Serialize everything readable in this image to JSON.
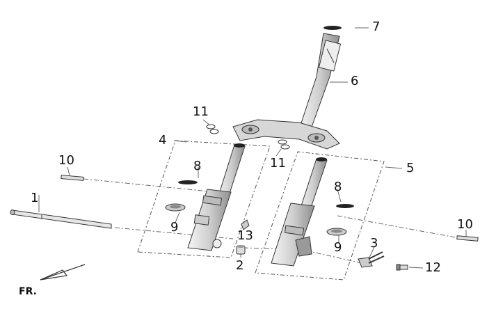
{
  "diagram": {
    "callouts": [
      "1",
      "2",
      "3",
      "4",
      "5",
      "6",
      "7",
      "8",
      "8",
      "9",
      "9",
      "10",
      "10",
      "11",
      "11",
      "12",
      "13"
    ],
    "direction_label": "FR."
  },
  "colors": {
    "line": "#333333",
    "part_fill": "#d9d9d9",
    "part_dark": "#9a9a9a",
    "dashed": "#555555"
  }
}
